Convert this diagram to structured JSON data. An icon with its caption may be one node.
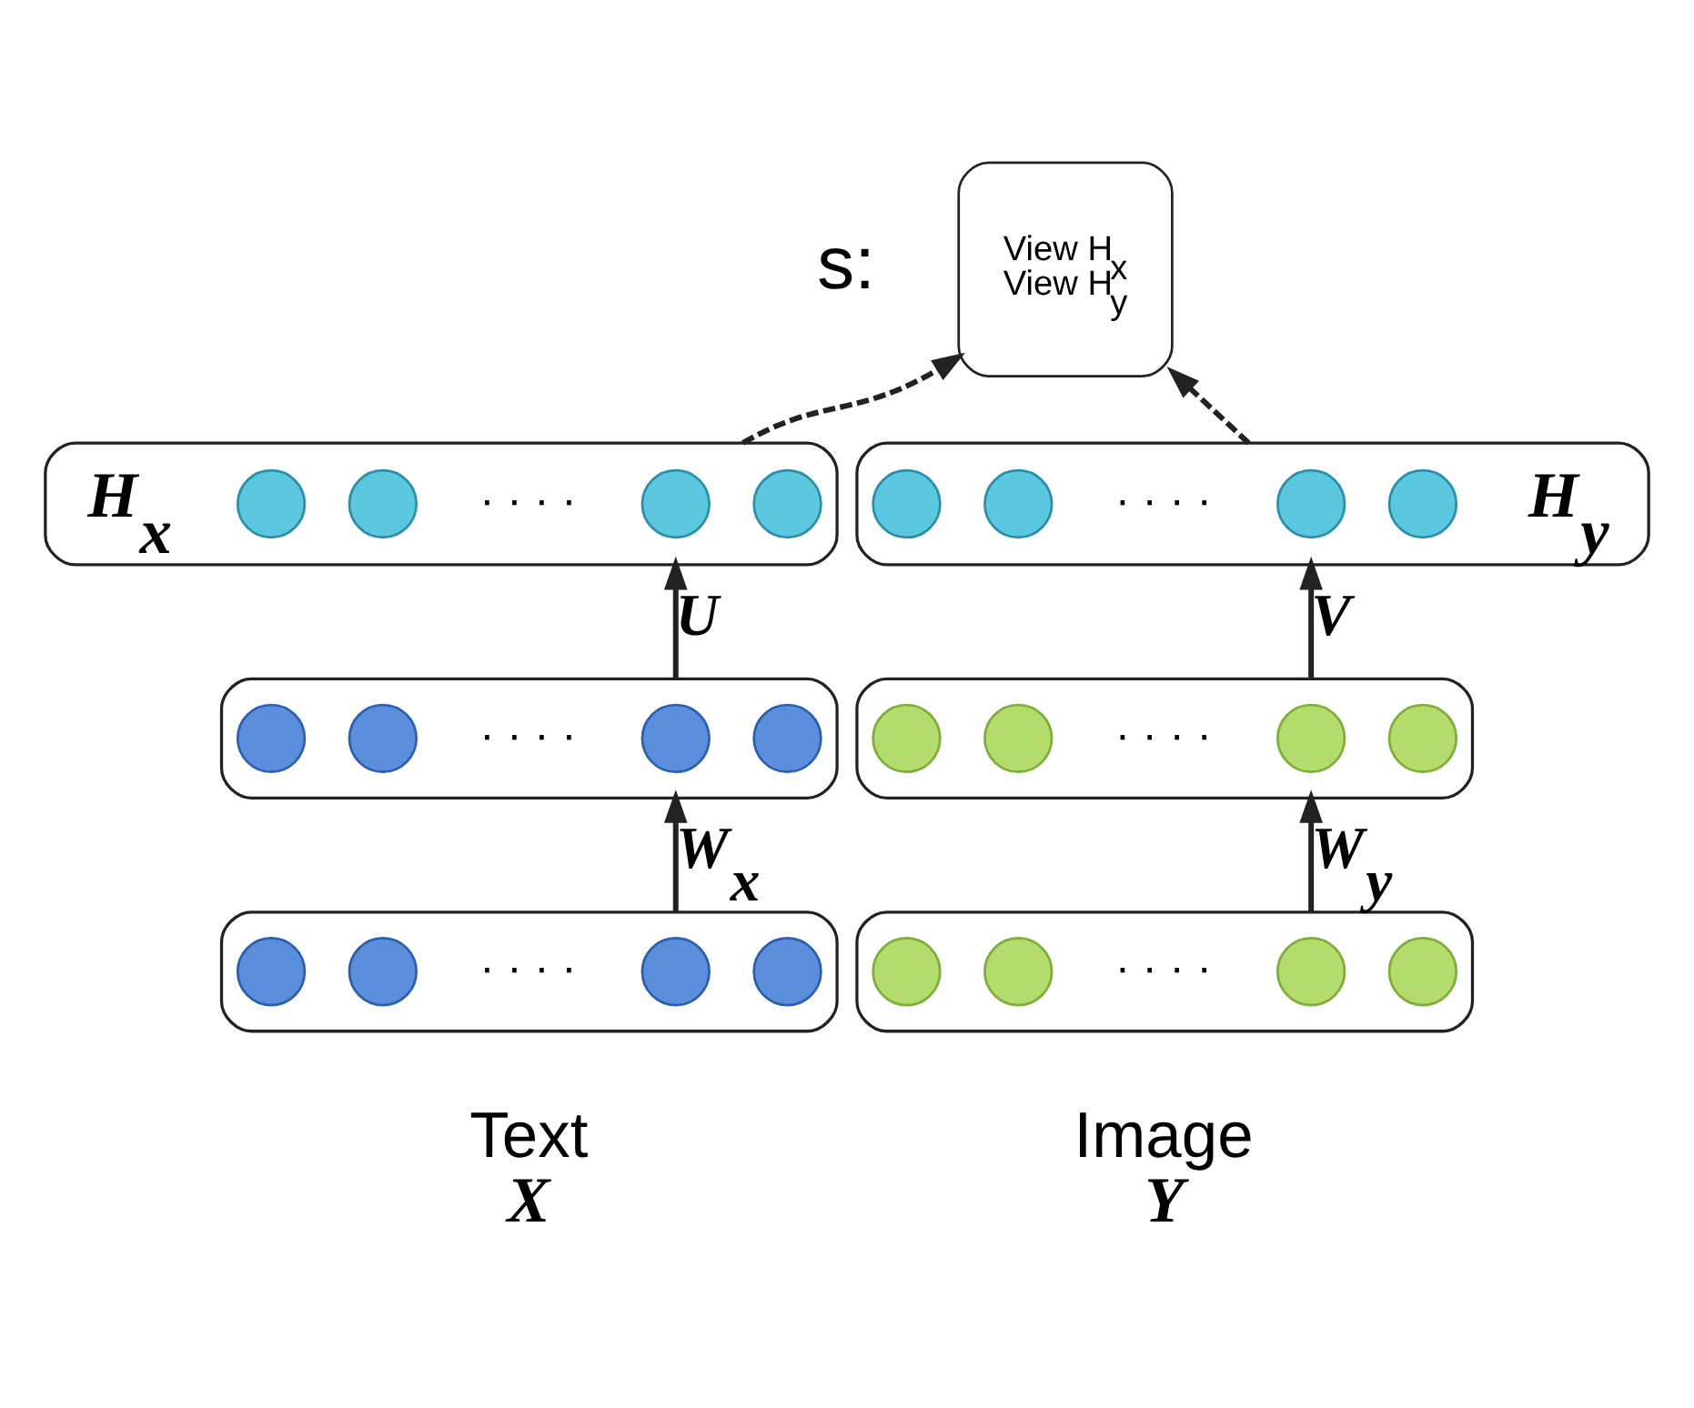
{
  "diagram": {
    "nodes": [
      {
        "text": [
          "View H$_{x}$",
          "View H$_{y}$"
        ]
      },
      {
        "text": [],
        "shape": "box",
        "beside": [
          "H$_{x}$"
        ]
      },
      {
        "text": [],
        "shape": "circle",
        "in": 1
      },
      {
        "text": [],
        "shape": "circle",
        "in": 1
      },
      {
        "text": [],
        "shape": "circle",
        "in": 1
      },
      {
        "text": [],
        "shape": "circle",
        "in": 1
      },
      {
        "text": [],
        "shape": "box"
      },
      {
        "text": [],
        "shape": "circle",
        "in": 6
      },
      {
        "text": [],
        "shape": "circle",
        "in": 6
      },
      {
        "text": [],
        "shape": "circle",
        "in": 6
      },
      {
        "text": [],
        "shape": "circle",
        "in": 6
      },
      {
        "text": [],
        "shape": "box",
        "beside": [
          "Text",
          "X"
        ]
      },
      {
        "text": [],
        "shape": "circle",
        "in": 11
      },
      {
        "text": [],
        "shape": "circle",
        "in": 11
      },
      {
        "text": [],
        "shape": "circle",
        "in": 11
      },
      {
        "text": [],
        "shape": "circle",
        "in": 11
      },
      {
        "text": [],
        "shape": "box",
        "beside": [
          "H$_{y}$"
        ]
      },
      {
        "text": [],
        "shape": "circle",
        "in": 16
      },
      {
        "text": [],
        "shape": "circle",
        "in": 16
      },
      {
        "text": [],
        "shape": "circle",
        "in": 16
      },
      {
        "text": [],
        "shape": "circle",
        "in": 16
      },
      {
        "text": [],
        "shape": "box"
      },
      {
        "text": [],
        "shape": "circle",
        "in": 21
      },
      {
        "text": [],
        "shape": "circle",
        "in": 21
      },
      {
        "text": [],
        "shape": "circle",
        "in": 21
      },
      {
        "text": [],
        "shape": "circle",
        "in": 21
      },
      {
        "text": [],
        "shape": "box",
        "beside": [
          "Image",
          "Y"
        ]
      },
      {
        "text": [],
        "shape": "circle",
        "in": 26
      },
      {
        "text": [],
        "shape": "circle",
        "in": 26
      },
      {
        "text": [],
        "shape": "circle",
        "in": 26
      },
      {
        "text": [],
        "shape": "circle",
        "in": 26
      }
    ],
    "edges": [
      {
        "from": 6,
        "to": 1,
        "arrow": "to",
        "label": "U"
      },
      {
        "from": 11,
        "to": 6,
        "arrow": "to",
        "label": "W$_{x}$"
      },
      {
        "from": 21,
        "to": 16,
        "arrow": "to",
        "label": "V"
      },
      {
        "from": 26,
        "to": 21,
        "arrow": "to",
        "label": "W$_{y}$"
      },
      {
        "from": 1,
        "to": 0,
        "arrow": "to",
        "style": "dashed"
      },
      {
        "from": 16,
        "to": 0,
        "arrow": "to",
        "style": "dashed"
      }
    ],
    "labels": [
      "s:",
      "· · · ·",
      "· · · ·",
      "· · · ·",
      "· · · ·",
      "· · · ·",
      "· · · ·"
    ]
  }
}
